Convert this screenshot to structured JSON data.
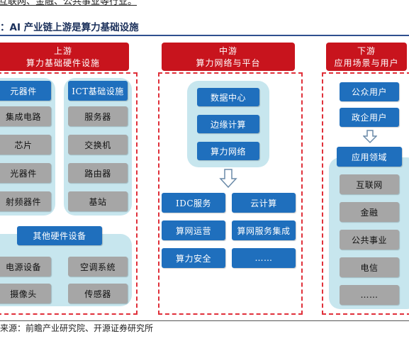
{
  "header_text": "互联网、金融、公共事业等行业。",
  "figure_title": "：AI 产业链上游是算力基础设施",
  "upstream": {
    "title": "上游",
    "subtitle": "算力基础硬件设施",
    "components": {
      "title": "元器件",
      "items": [
        "集成电路",
        "芯片",
        "光器件",
        "射频器件"
      ]
    },
    "ict": {
      "title": "ICT基础设施",
      "items": [
        "服务器",
        "交换机",
        "路由器",
        "基站"
      ]
    },
    "other": {
      "title": "其他硬件设备",
      "items": [
        "电源设备",
        "空调系统",
        "摄像头",
        "传感器"
      ]
    }
  },
  "midstream": {
    "title": "中游",
    "subtitle": "算力网络与平台",
    "core": [
      "数据中心",
      "边缘计算",
      "算力网络"
    ],
    "services": [
      "IDC服务",
      "云计算",
      "算网运营",
      "算网服务集成",
      "算力安全",
      "……"
    ]
  },
  "downstream": {
    "title": "下游",
    "subtitle": "应用场景与用户",
    "users": [
      "公众用户",
      "政企用户"
    ],
    "field_title": "应用领域",
    "fields": [
      "互联网",
      "金融",
      "公共事业",
      "电信",
      "……"
    ]
  },
  "source": "来源：前瞻产业研究院、开源证券研究所",
  "colors": {
    "header_red": "#c8141d",
    "box_blue": "#1f6fbd",
    "box_gray": "#a6a6a6",
    "panel_blue": "#c7e6ee",
    "dash_red": "#e0303a"
  }
}
